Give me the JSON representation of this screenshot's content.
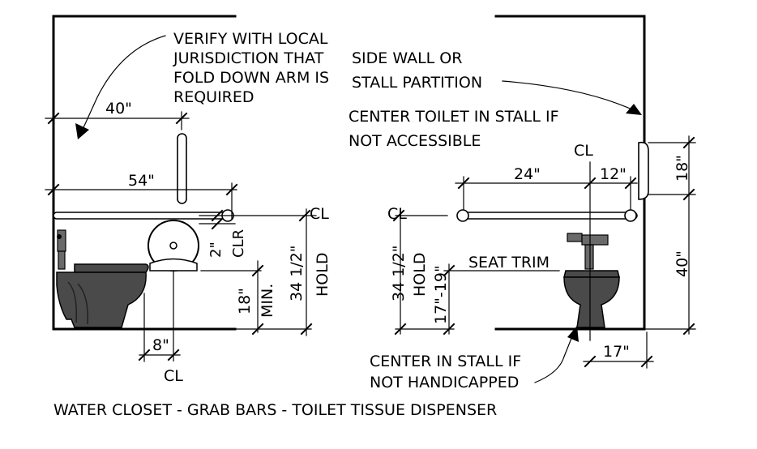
{
  "title": "WATER CLOSET - GRAB BARS - TOILET TISSUE DISPENSER",
  "notes": {
    "verify": [
      "VERIFY WITH LOCAL",
      "JURISDICTION THAT",
      "FOLD DOWN ARM IS",
      "REQUIRED"
    ],
    "side_wall": [
      "SIDE WALL OR",
      "STALL PARTITION"
    ],
    "center_toilet": [
      "CENTER TOILET IN STALL IF",
      "NOT ACCESSIBLE"
    ],
    "center_in_stall": [
      "CENTER IN STALL IF",
      "NOT HANDICAPPED"
    ],
    "seat_trim": "SEAT TRIM"
  },
  "left_elevation": {
    "dim_40": "40\"",
    "dim_54": "54\"",
    "dim_8": "8\"",
    "dim_2": "2\"",
    "clr": "CLR",
    "dim_18": "18\"",
    "min": "MIN.",
    "dim_34": "34 1/2\"",
    "hold": "HOLD",
    "cl_top": "CL",
    "cl_bottom": "CL"
  },
  "right_elevation": {
    "dim_24": "24\"",
    "dim_12": "12\"",
    "dim_18": "18\"",
    "dim_40": "40\"",
    "dim_17": "17\"",
    "dim_34": "34 1/2\"",
    "hold": "HOLD",
    "dim_17_19": "17\"-19\"",
    "cl_left": "CL",
    "cl_top": "CL"
  },
  "icons": [
    "water-closet-side-view",
    "water-closet-front-view",
    "flush-valve",
    "toilet-tissue-dispenser",
    "grab-bar",
    "arrow"
  ]
}
